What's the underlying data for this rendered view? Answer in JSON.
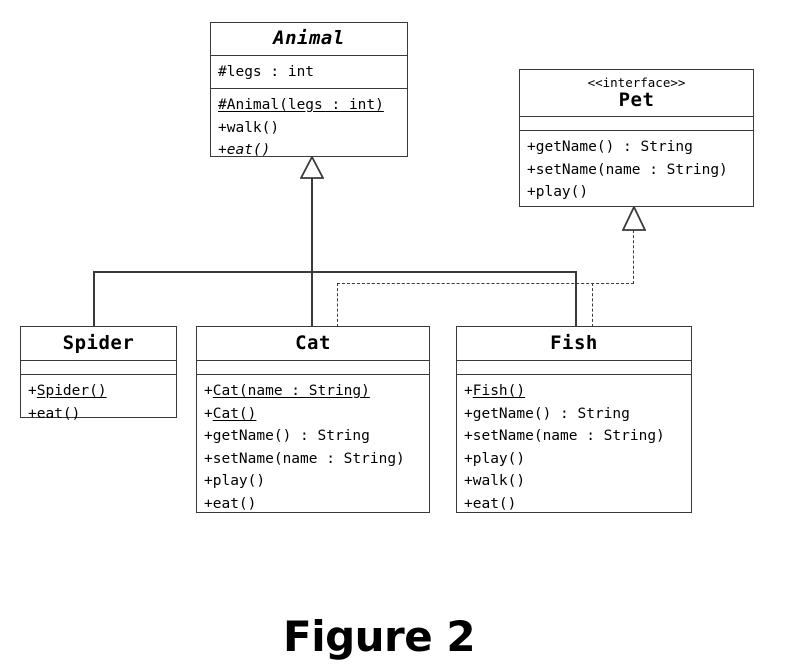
{
  "figure": {
    "caption": "Figure 2",
    "diagram_type": "UML class diagram"
  },
  "classes": {
    "animal": {
      "name": "Animal",
      "is_abstract": true,
      "stereotype": "",
      "attributes": [
        {
          "text": "#legs : int",
          "underline": false,
          "italic": false
        }
      ],
      "operations": [
        {
          "text": "#Animal(legs : int)",
          "underline": true,
          "italic": false
        },
        {
          "text": "+walk()",
          "underline": false,
          "italic": false
        },
        {
          "prefix": "+",
          "text": "eat()",
          "underline": false,
          "italic": true
        }
      ]
    },
    "pet": {
      "name": "Pet",
      "is_abstract": false,
      "stereotype": "<<interface>>",
      "attributes": [],
      "operations": [
        {
          "text": "+getName() : String",
          "underline": false,
          "italic": false
        },
        {
          "text": "+setName(name : String)",
          "underline": false,
          "italic": false
        },
        {
          "text": "+play()",
          "underline": false,
          "italic": false
        }
      ]
    },
    "spider": {
      "name": "Spider",
      "is_abstract": false,
      "stereotype": "",
      "attributes": [],
      "operations": [
        {
          "prefix": "+",
          "text": "Spider()",
          "underline": true,
          "italic": false
        },
        {
          "text": "+eat()",
          "underline": false,
          "italic": false
        }
      ]
    },
    "cat": {
      "name": "Cat",
      "is_abstract": false,
      "stereotype": "",
      "attributes": [],
      "operations": [
        {
          "prefix": "+",
          "text": "Cat(name : String)",
          "underline": true,
          "italic": false
        },
        {
          "prefix": "+",
          "text": "Cat()",
          "underline": true,
          "italic": false
        },
        {
          "text": "+getName() : String",
          "underline": false,
          "italic": false
        },
        {
          "text": "+setName(name : String)",
          "underline": false,
          "italic": false
        },
        {
          "text": "+play()",
          "underline": false,
          "italic": false
        },
        {
          "text": "+eat()",
          "underline": false,
          "italic": false
        }
      ]
    },
    "fish": {
      "name": "Fish",
      "is_abstract": false,
      "stereotype": "",
      "attributes": [],
      "operations": [
        {
          "prefix": "+",
          "text": "Fish()",
          "underline": true,
          "italic": false
        },
        {
          "text": "+getName() : String",
          "underline": false,
          "italic": false
        },
        {
          "text": "+setName(name : String)",
          "underline": false,
          "italic": false
        },
        {
          "text": "+play()",
          "underline": false,
          "italic": false
        },
        {
          "text": "+walk()",
          "underline": false,
          "italic": false
        },
        {
          "text": "+eat()",
          "underline": false,
          "italic": false
        }
      ]
    }
  },
  "relationships": [
    {
      "type": "generalization",
      "from": "Spider",
      "to": "Animal",
      "line": "solid",
      "arrow": "hollow-triangle"
    },
    {
      "type": "generalization",
      "from": "Cat",
      "to": "Animal",
      "line": "solid",
      "arrow": "hollow-triangle"
    },
    {
      "type": "generalization",
      "from": "Fish",
      "to": "Animal",
      "line": "solid",
      "arrow": "hollow-triangle"
    },
    {
      "type": "realization",
      "from": "Cat",
      "to": "Pet",
      "line": "dashed",
      "arrow": "hollow-triangle"
    },
    {
      "type": "realization",
      "from": "Fish",
      "to": "Pet",
      "line": "dashed",
      "arrow": "hollow-triangle"
    }
  ],
  "colors": {
    "line": "#3a3a3a",
    "text": "#000000",
    "background": "#ffffff"
  }
}
